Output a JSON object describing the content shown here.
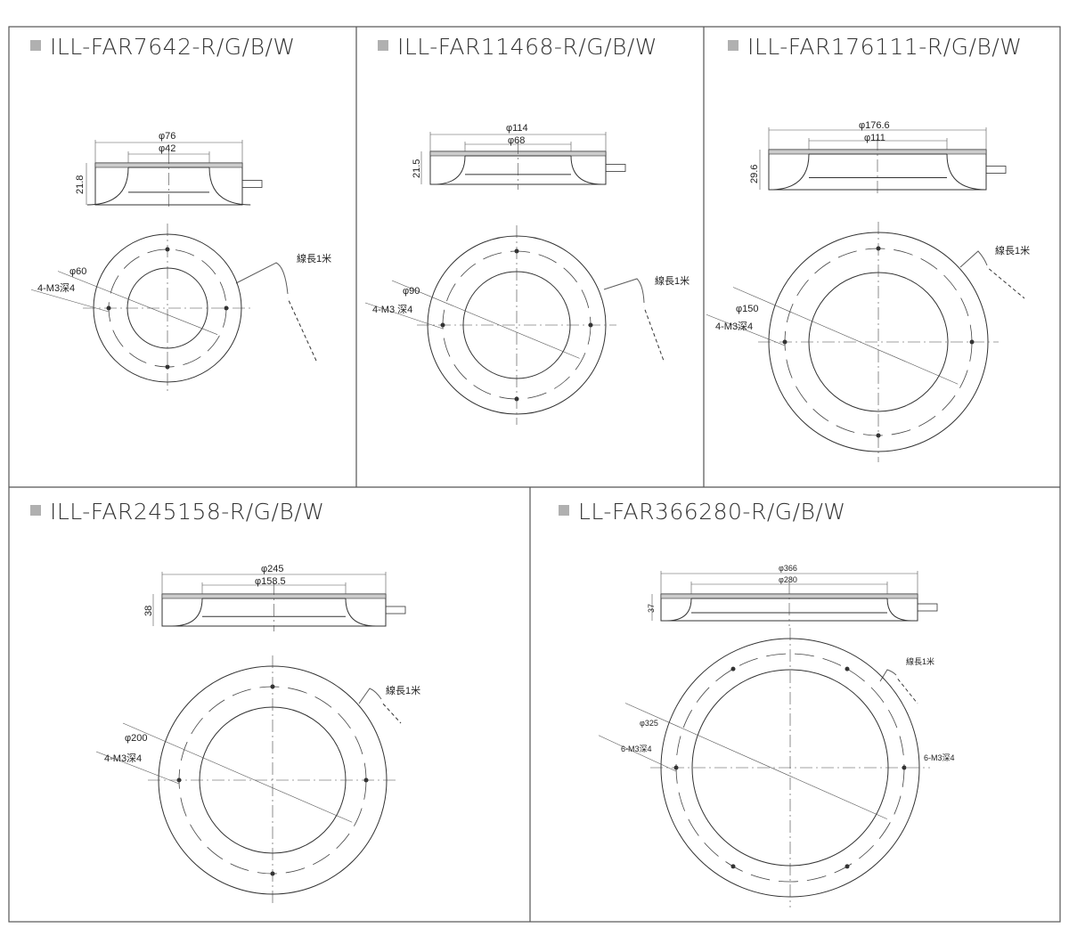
{
  "panels": [
    {
      "title": "ILL-FAR7642-R/G/B/W",
      "outer_dia": "φ76",
      "inner_dia": "φ42",
      "height": "21.8",
      "bolt_dia": "φ60",
      "holes": "4-M3深4",
      "cable": "線長1米"
    },
    {
      "title": "ILL-FAR11468-R/G/B/W",
      "outer_dia": "φ114",
      "inner_dia": "φ68",
      "height": "21.5",
      "bolt_dia": "φ90",
      "holes": "4-M3  深4",
      "cable": "線長1米"
    },
    {
      "title": "ILL-FAR176111-R/G/B/W",
      "outer_dia": "φ176.6",
      "inner_dia": "φ111",
      "height": "29.6",
      "bolt_dia": "φ150",
      "holes": "4-M3深4",
      "cable": "線長1米"
    },
    {
      "title": "ILL-FAR245158-R/G/B/W",
      "outer_dia": "φ245",
      "inner_dia": "φ158.5",
      "height": "38",
      "bolt_dia": "φ200",
      "holes": "4-M3深4",
      "cable": "線長1米"
    },
    {
      "title": "LL-FAR366280-R/G/B/W",
      "outer_dia": "φ366",
      "inner_dia": "φ280",
      "height": "37",
      "bolt_dia": "φ325",
      "holes": "6-M3深4",
      "holes_right": "6-M3深4",
      "cable": "線長1米"
    }
  ],
  "colors": {
    "line": "#333333",
    "title_marker": "#b0b0b0"
  }
}
